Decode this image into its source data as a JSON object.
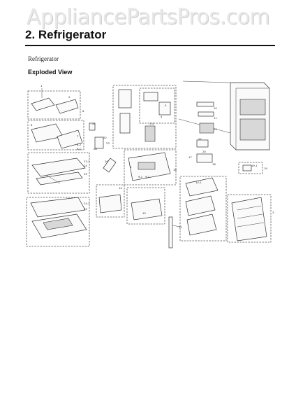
{
  "watermark": {
    "text": "AppliancePartsPros.com"
  },
  "header": {
    "section_title": "2.  Refrigerator"
  },
  "section": {
    "subtitle": "Refrigerator",
    "view_label": "Exploded View"
  },
  "diagram": {
    "callouts": [
      {
        "id": "c1",
        "label": "1"
      },
      {
        "id": "c2",
        "label": "2"
      },
      {
        "id": "c3",
        "label": "3"
      },
      {
        "id": "c4",
        "label": "4"
      },
      {
        "id": "c5",
        "label": "5"
      },
      {
        "id": "c6",
        "label": "6"
      },
      {
        "id": "c7",
        "label": "7"
      },
      {
        "id": "c8",
        "label": "8"
      },
      {
        "id": "c9",
        "label": "9"
      },
      {
        "id": "c10",
        "label": "10"
      },
      {
        "id": "c11",
        "label": "11"
      },
      {
        "id": "c12",
        "label": "12"
      },
      {
        "id": "c13",
        "label": "13"
      },
      {
        "id": "c14",
        "label": "14"
      },
      {
        "id": "c15",
        "label": "15"
      },
      {
        "id": "c16",
        "label": "16"
      },
      {
        "id": "c17",
        "label": "17"
      },
      {
        "id": "c18",
        "label": "18"
      },
      {
        "id": "c19",
        "label": "19"
      },
      {
        "id": "c20",
        "label": "20"
      },
      {
        "id": "c21",
        "label": "21"
      },
      {
        "id": "c22",
        "label": "22"
      },
      {
        "id": "c23",
        "label": "23"
      },
      {
        "id": "c24",
        "label": "24"
      },
      {
        "id": "c25",
        "label": "25"
      },
      {
        "id": "c26",
        "label": "26"
      },
      {
        "id": "c27",
        "label": "27"
      },
      {
        "id": "c28",
        "label": "28"
      },
      {
        "id": "c29",
        "label": "29"
      },
      {
        "id": "c34",
        "label": "3-4"
      },
      {
        "id": "c61",
        "label": "6-1"
      },
      {
        "id": "c62",
        "label": "6-2"
      },
      {
        "id": "c91",
        "label": "9-1"
      },
      {
        "id": "c92",
        "label": "9-2"
      },
      {
        "id": "c141",
        "label": "14-1"
      },
      {
        "id": "c231",
        "label": "23-1"
      },
      {
        "id": "c241",
        "label": "24-1"
      },
      {
        "id": "c191",
        "label": "19-1"
      }
    ]
  }
}
